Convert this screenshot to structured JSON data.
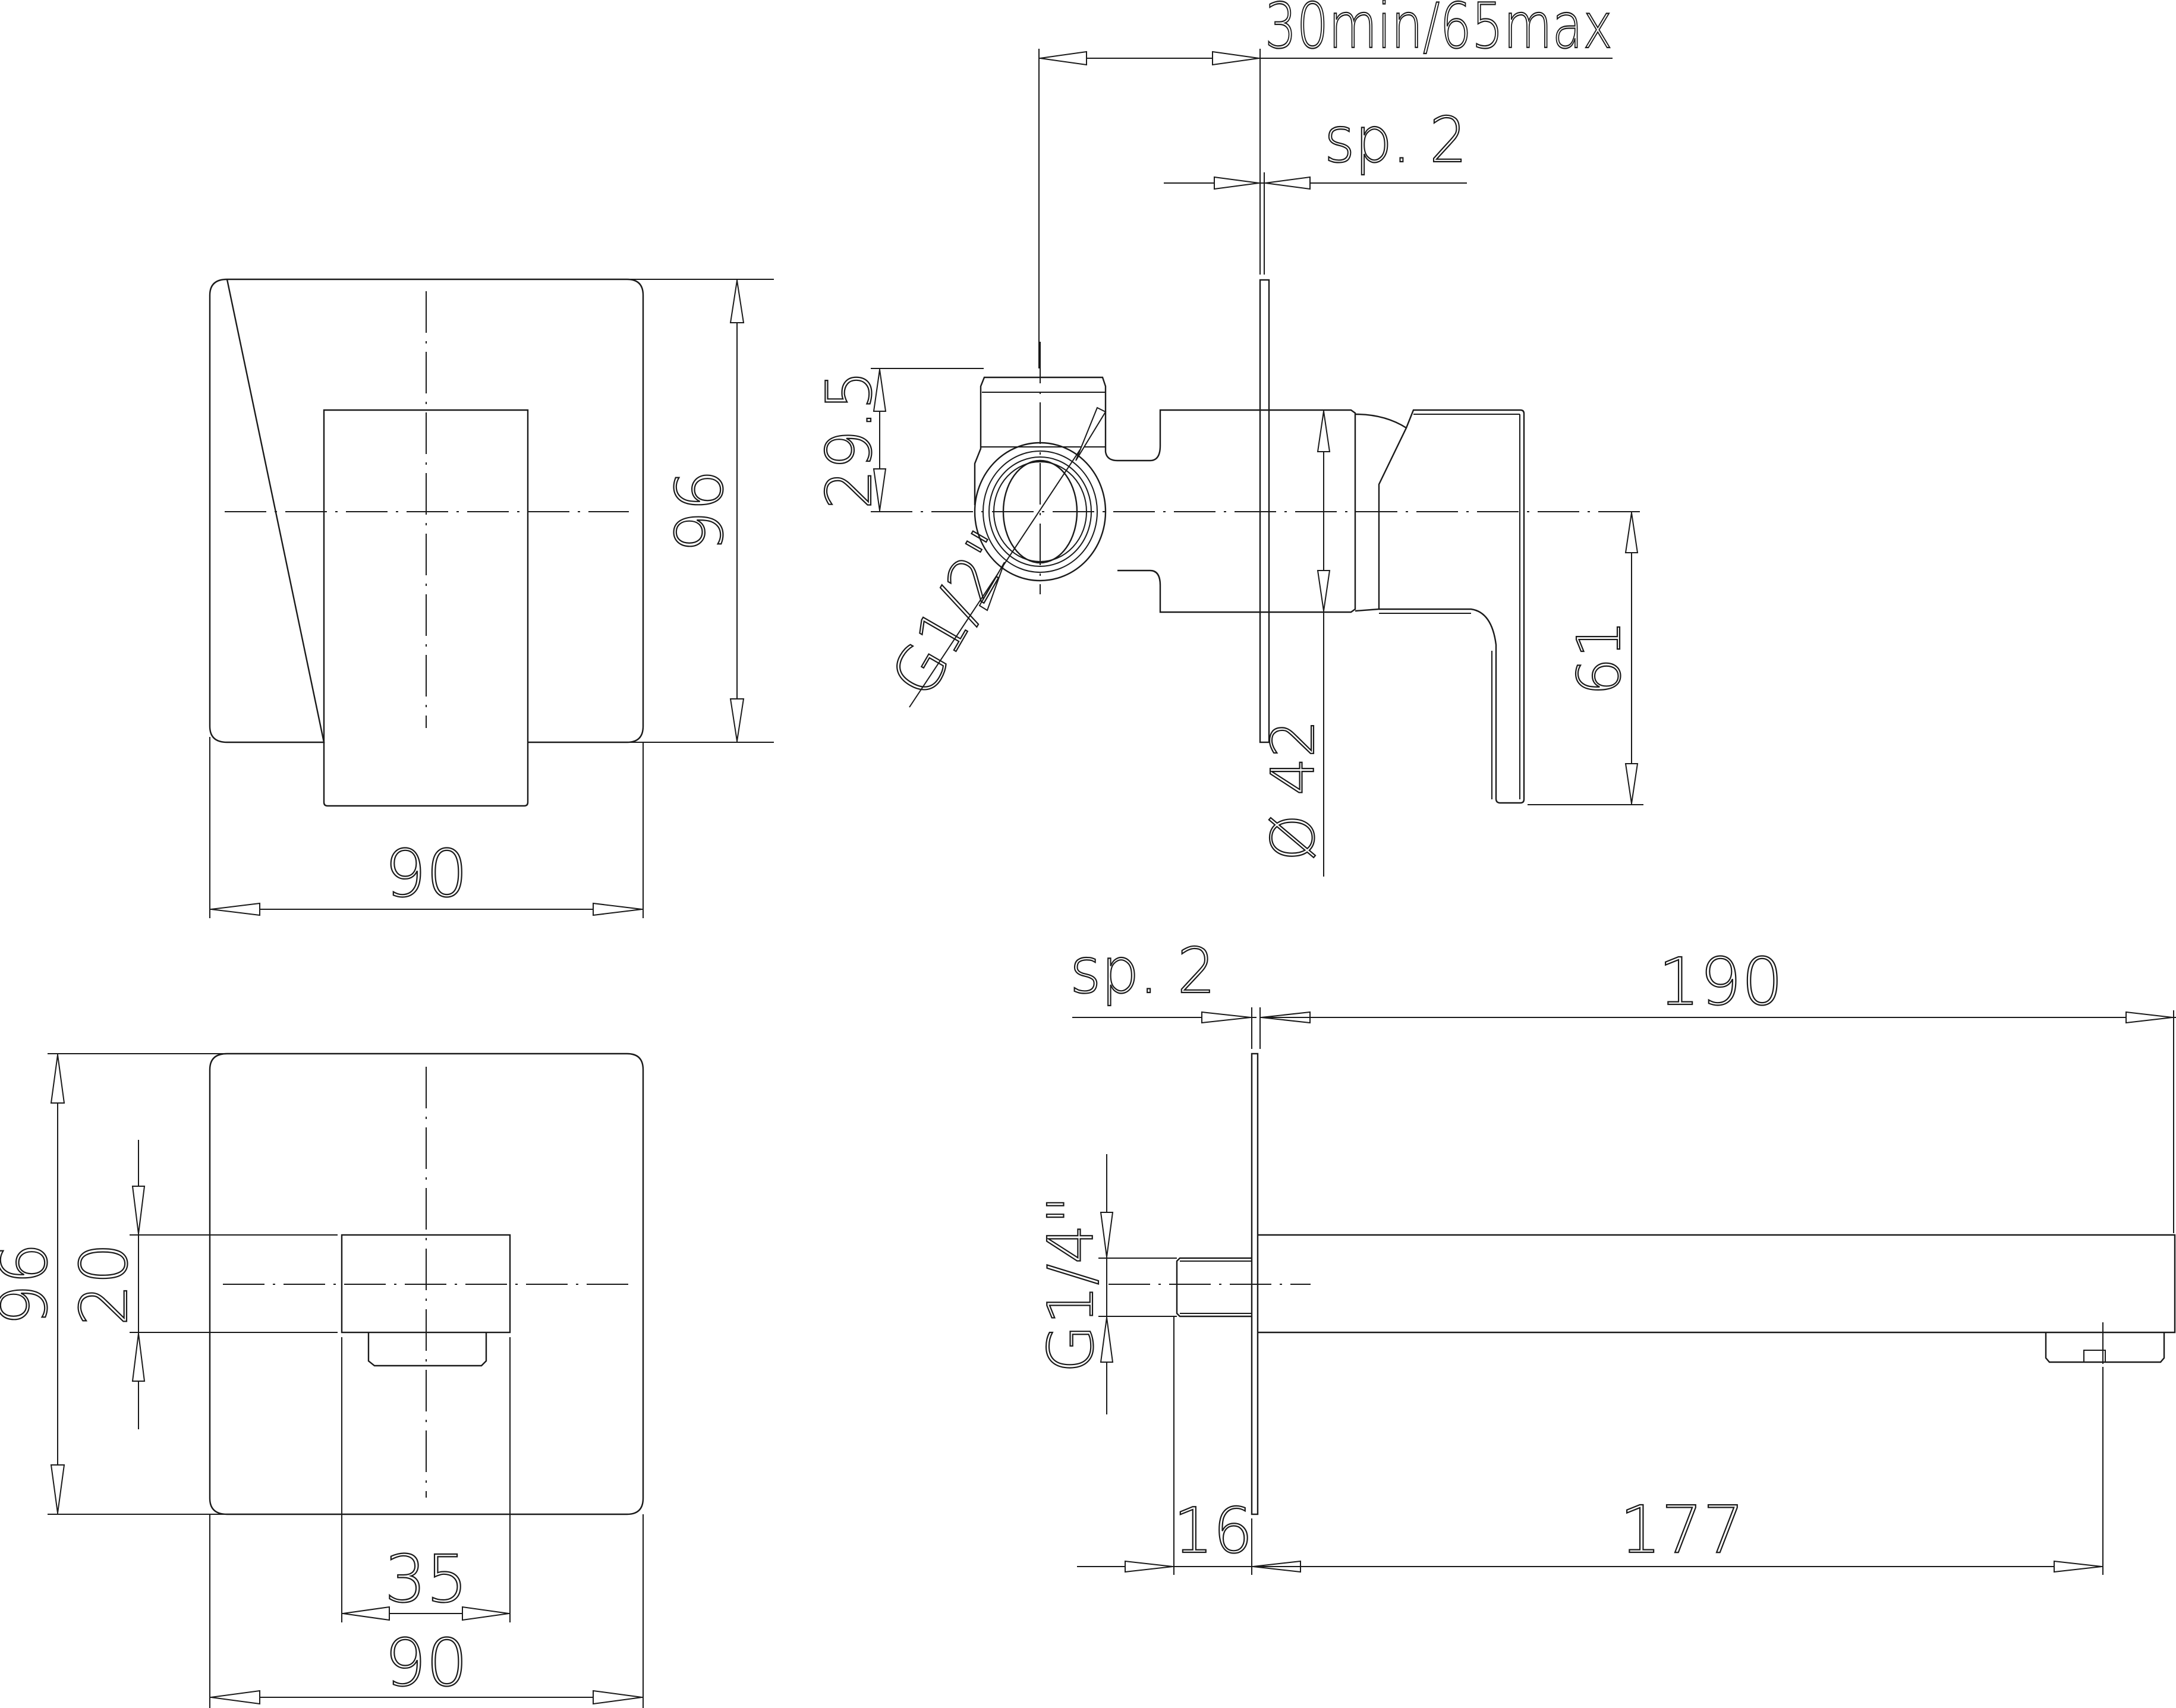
{
  "drawing": {
    "type": "technical-drawing",
    "subject": "single-lever concealed shower mixer and wall spout",
    "units": "mm",
    "line_color": "#1a1a1a",
    "background": "#ffffff"
  },
  "views": {
    "mixer_front": {
      "width_label": "90",
      "height_label": "96"
    },
    "mixer_side": {
      "depth_label": "30min/65max",
      "plate_thickness_label": "sp. 2",
      "inlet_offset_label": "29.5",
      "inlet_thread_label": "G1/2\"",
      "body_diameter_label": "Ø 42",
      "lever_drop_label": "61"
    },
    "spout_front": {
      "width_label": "90",
      "height_label": "96",
      "spout_height_label": "20",
      "spout_width_label": "35"
    },
    "spout_side": {
      "plate_thickness_label": "sp. 2",
      "projection_label": "190",
      "thread_label": "G1/4\"",
      "thread_length_label": "16",
      "outlet_distance_label": "177"
    }
  }
}
